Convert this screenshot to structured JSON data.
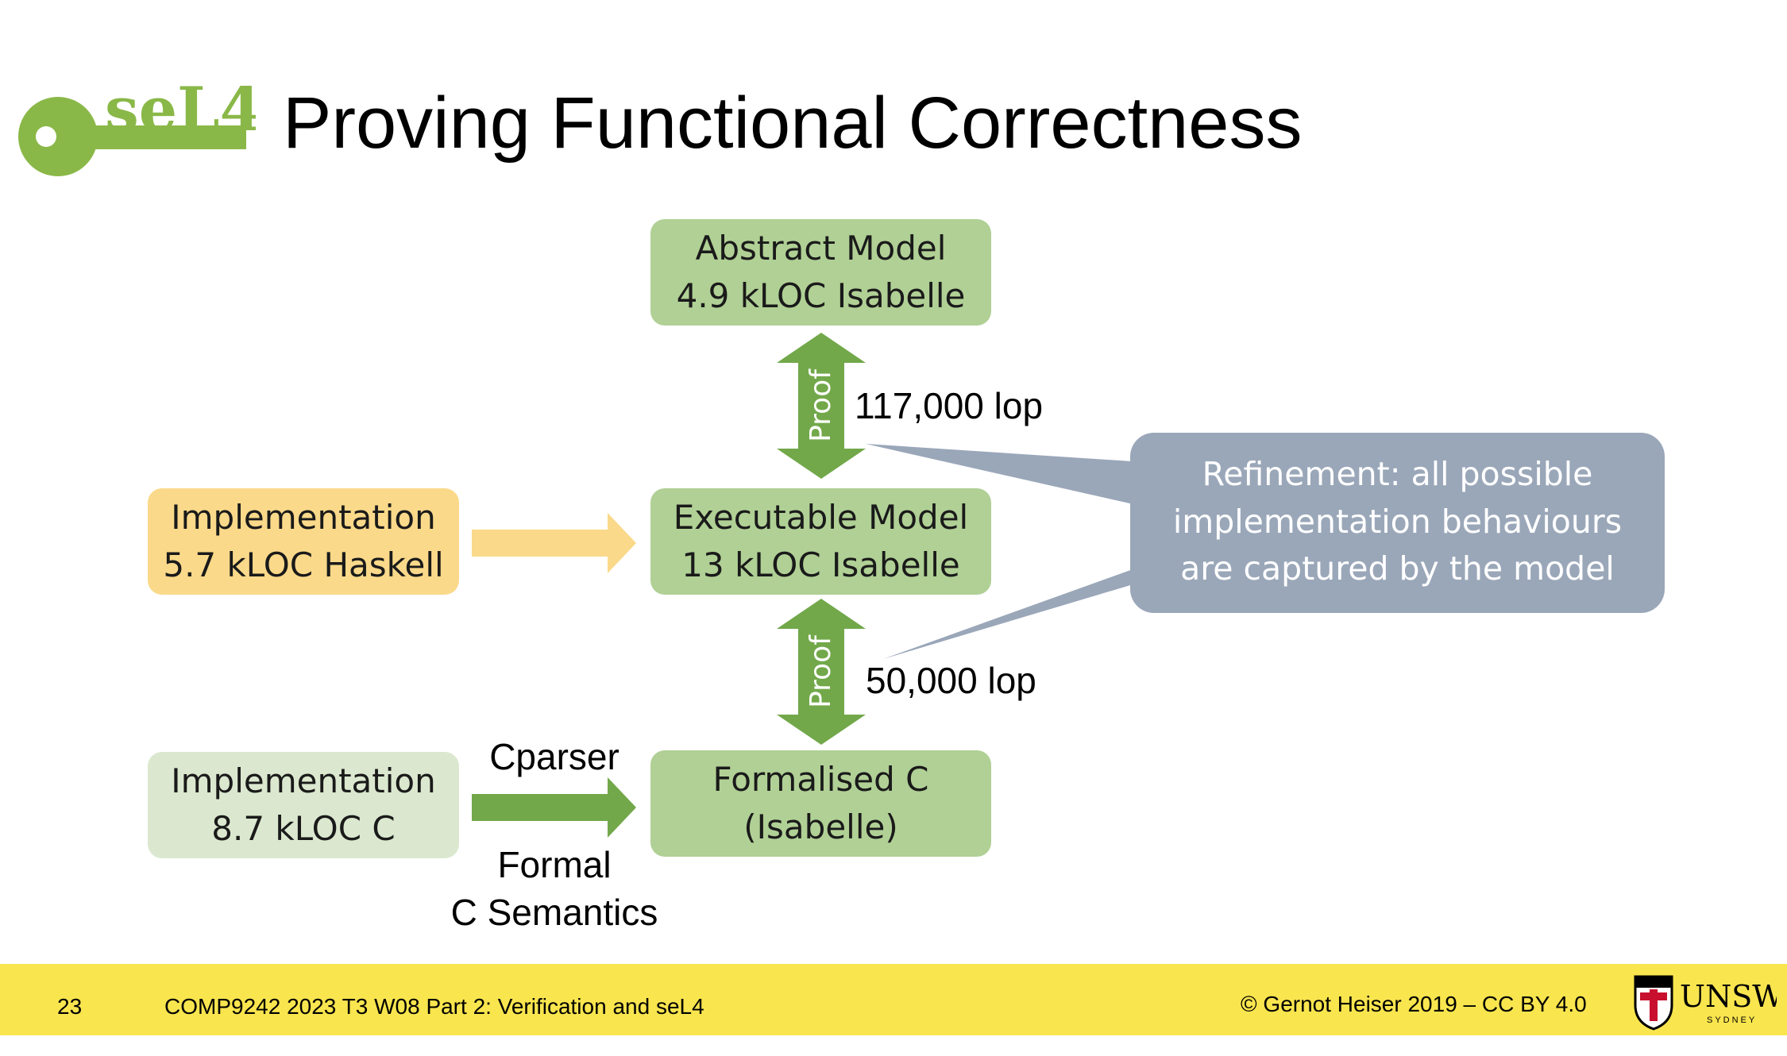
{
  "title": "Proving Functional Correctness",
  "logo": {
    "text": "seL4",
    "color": "#8ab848"
  },
  "boxes": {
    "abstract": {
      "line1": "Abstract Model",
      "line2": "4.9 kLOC Isabelle"
    },
    "executable": {
      "line1": "Executable Model",
      "line2": "13 kLOC Isabelle"
    },
    "formalised": {
      "line1": "Formalised C",
      "line2": "(Isabelle)"
    },
    "haskell": {
      "line1": "Implementation",
      "line2": "5.7 kLOC Haskell"
    },
    "c_impl": {
      "line1": "Implementation",
      "line2": "8.7 kLOC C"
    }
  },
  "proofs": {
    "upper": {
      "arrow_label": "Proof",
      "count": "117,000 lop"
    },
    "lower": {
      "arrow_label": "Proof",
      "count": "50,000 lop"
    }
  },
  "cparser": {
    "label": "Cparser",
    "semantics_line1": "Formal",
    "semantics_line2": "C Semantics"
  },
  "callout": {
    "line1": "Refinement: all possible",
    "line2": "implementation behaviours",
    "line3": "are captured by the model"
  },
  "footer": {
    "page_number": "23",
    "course": "COMP9242 2023 T3 W08 Part 2: Verification and seL4",
    "copyright": "© Gernot Heiser 2019 – CC BY 4.0",
    "institution": "UNSW",
    "institution_sub": "SYDNEY"
  },
  "colors": {
    "box_green": "#b0d095",
    "box_orange": "#fad98a",
    "box_pale": "#dbe8cf",
    "arrow_green": "#72a84a",
    "arrow_orange": "#fad98a",
    "callout": "#9aa7b9",
    "footer": "#f9e54e"
  }
}
